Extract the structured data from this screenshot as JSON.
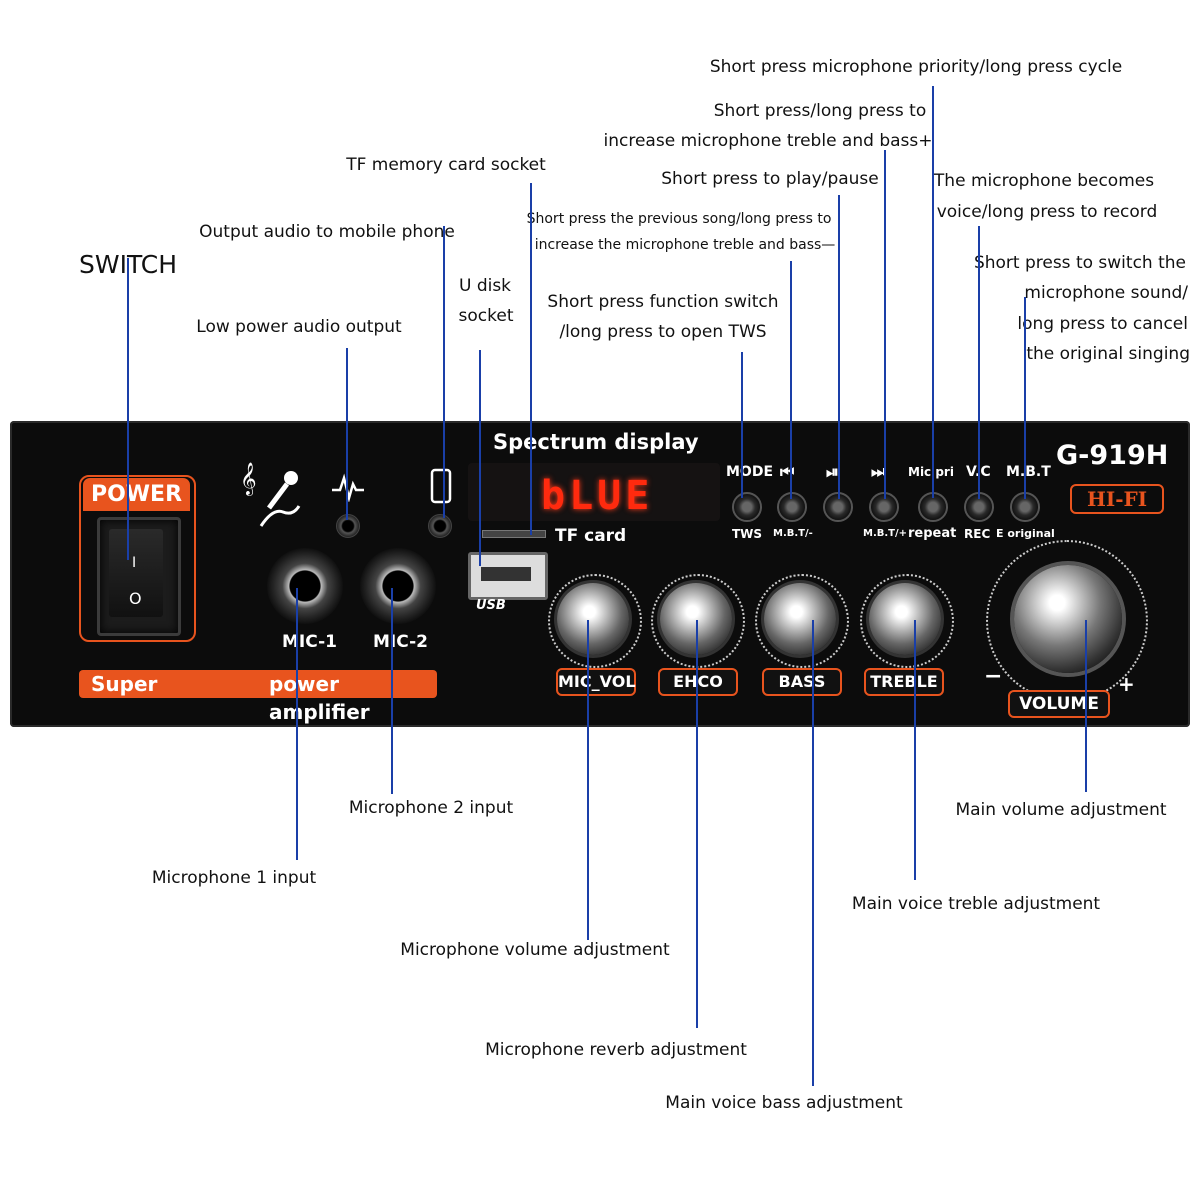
{
  "callouts": {
    "switch": "SWITCH",
    "low_power_audio_output": "Low power audio output",
    "output_audio_to_mobile": "Output audio to mobile phone",
    "tf_memory_card_socket": "TF memory card socket",
    "u_disk_socket_1": "U disk",
    "u_disk_socket_2": "socket",
    "function_switch_1": "Short press function switch",
    "function_switch_2": "/long press to open TWS",
    "previous_song_1": "Short press the previous song/long press to",
    "previous_song_2": "increase the microphone treble and bass—",
    "play_pause": "Short press to play/pause",
    "next_song_1": "Short press/long press to",
    "next_song_2": "increase microphone treble and bass+",
    "mic_priority": "Short press microphone priority/long press cycle",
    "voice_record_1": "The microphone becomes",
    "voice_record_2": "voice/long press to record",
    "cancel_original_1": "Short press to switch the",
    "cancel_original_2": "microphone sound/",
    "cancel_original_3": "long press to cancel",
    "cancel_original_4": "the original singing",
    "microphone_2_input": "Microphone 2 input",
    "microphone_1_input": "Microphone 1 input",
    "microphone_volume": "Microphone volume adjustment",
    "microphone_reverb": "Microphone reverb adjustment",
    "main_voice_bass": "Main voice bass adjustment",
    "main_voice_treble": "Main voice treble adjustment",
    "main_volume": "Main volume adjustment"
  },
  "panel": {
    "power": "POWER",
    "switch_on": "I",
    "switch_off": "O",
    "super": "Super",
    "power_amplifier": "power amplifier",
    "mic1": "MIC-1",
    "mic2": "MIC-2",
    "spectrum_display": "Spectrum display",
    "display_text": "bLUE",
    "tf_card": "TF card",
    "usb": "USB",
    "model": "G-919H",
    "hifi": "HI-FI",
    "buttons_top": [
      "MODE",
      "⏮",
      "⏯",
      "⏭",
      "Mic pri",
      "V.C",
      "M.B.T"
    ],
    "buttons_bottom": [
      "TWS",
      "M.B.T/-",
      "",
      "M.B.T/+",
      "repeat",
      "REC",
      "E original"
    ],
    "knobs": [
      "MIC_VOL",
      "EHCO",
      "BASS",
      "TREBLE"
    ],
    "volume": "VOLUME",
    "minus": "−",
    "plus": "+"
  },
  "colors": {
    "accent": "#e8541e",
    "leader_line": "#1a3fa8",
    "panel": "#0c0c0c",
    "display": "#ff2a0e"
  }
}
